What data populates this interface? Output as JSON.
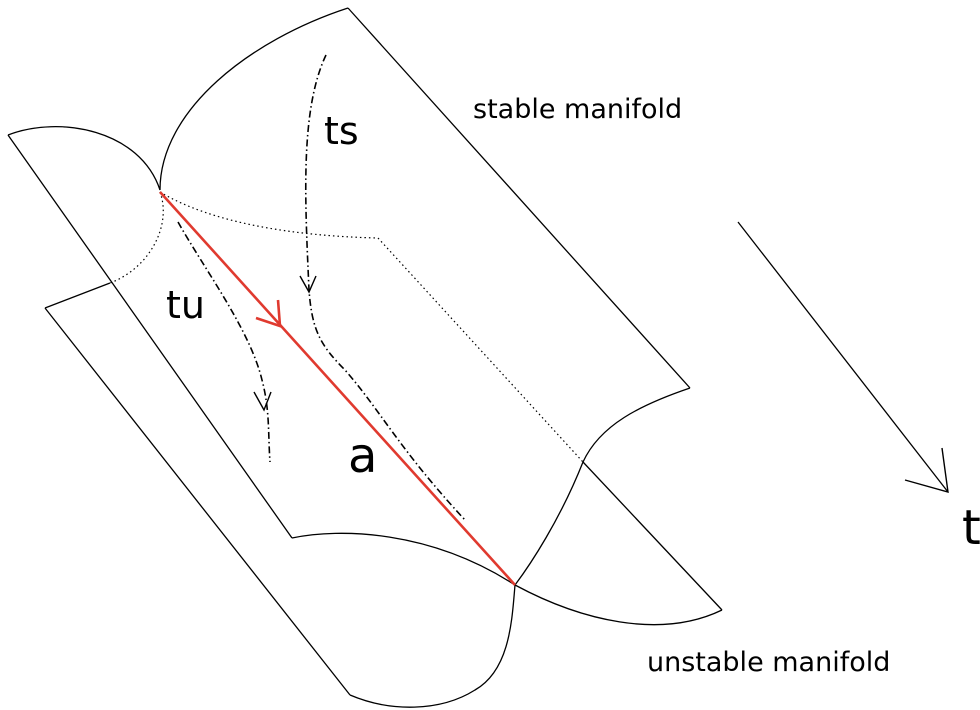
{
  "labels": {
    "stable_manifold": "stable manifold",
    "unstable_manifold": "unstable manifold",
    "ts": "ts",
    "tu": "tu",
    "a": "a",
    "t": "t"
  },
  "colors": {
    "orbit": "#e03a2f",
    "lines": "#000000",
    "background": "#ffffff"
  }
}
